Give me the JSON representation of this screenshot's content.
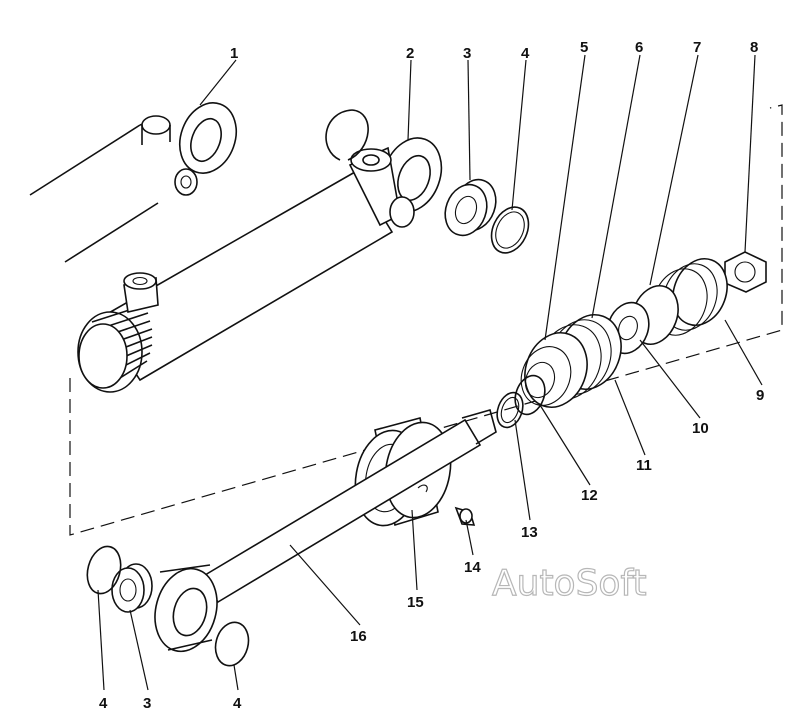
{
  "diagram": {
    "callouts": [
      {
        "id": "1",
        "label": "1"
      },
      {
        "id": "2",
        "label": "2"
      },
      {
        "id": "3a",
        "label": "3"
      },
      {
        "id": "4a",
        "label": "4"
      },
      {
        "id": "5",
        "label": "5"
      },
      {
        "id": "6",
        "label": "6"
      },
      {
        "id": "7",
        "label": "7"
      },
      {
        "id": "8",
        "label": "8"
      },
      {
        "id": "9",
        "label": "9"
      },
      {
        "id": "10",
        "label": "10"
      },
      {
        "id": "11",
        "label": "11"
      },
      {
        "id": "12",
        "label": "12"
      },
      {
        "id": "13",
        "label": "13"
      },
      {
        "id": "14",
        "label": "14"
      },
      {
        "id": "15",
        "label": "15"
      },
      {
        "id": "16",
        "label": "16"
      },
      {
        "id": "4b",
        "label": "4"
      },
      {
        "id": "3b",
        "label": "3"
      },
      {
        "id": "4c",
        "label": "4"
      }
    ],
    "watermark": "AutoSoft"
  }
}
